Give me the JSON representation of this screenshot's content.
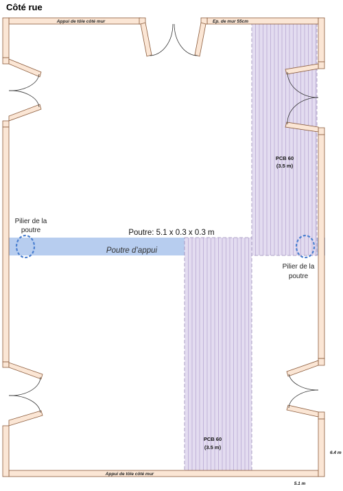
{
  "title": "Côté rue",
  "labels": {
    "appui_top": "Appui de tôle côté mur",
    "appui_bottom": "Appui de tôle côté mur",
    "wall_thickness": "Ep. de mur 55cm",
    "pcb_top_name": "PCB 60",
    "pcb_top_len": "(3.5 m)",
    "pcb_bottom_name": "PCB 60",
    "pcb_bottom_len": "(3.5 m)",
    "pillar_left_line1": "Pilier de la",
    "pillar_left_line2": "poutre",
    "pillar_right_line1": "Pilier de la",
    "pillar_right_line2": "poutre",
    "beam_dims": "Poutre: 5.1 x 0.3 x 0.3 m",
    "beam_name": "Poutre d’appui",
    "dim_height": "6.4 m",
    "dim_width": "5.1 m"
  },
  "colors": {
    "wall_fill": "#fbe6d5",
    "wall_stroke": "#8a5a3a",
    "beam_fill": "#b7cdef",
    "pcb_fill": "#e3dcf0",
    "pcb_line": "#a897c8",
    "pillar": "#4a7fd0"
  }
}
